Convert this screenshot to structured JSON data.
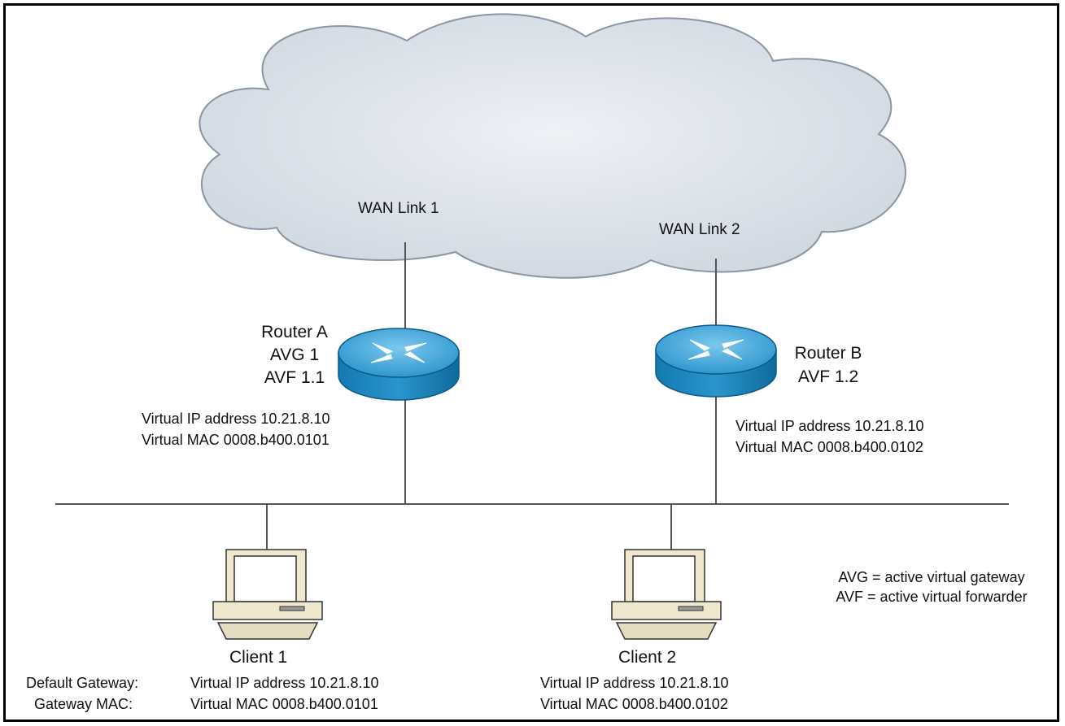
{
  "cloud": {
    "wan_link_1": "WAN Link 1",
    "wan_link_2": "WAN Link 2"
  },
  "router_a": {
    "name": "Router A",
    "role_1": "AVG 1",
    "role_2": "AVF 1.1",
    "virtual_ip": "Virtual IP address 10.21.8.10",
    "virtual_mac": "Virtual MAC 0008.b400.0101"
  },
  "router_b": {
    "name": "Router B",
    "role_1": "AVF 1.2",
    "virtual_ip": "Virtual IP address 10.21.8.10",
    "virtual_mac": "Virtual MAC 0008.b400.0102"
  },
  "client_1": {
    "name": "Client 1",
    "gateway_ip": "Virtual IP address 10.21.8.10",
    "gateway_mac": "Virtual MAC 0008.b400.0101"
  },
  "client_2": {
    "name": "Client 2",
    "gateway_ip": "Virtual IP address 10.21.8.10",
    "gateway_mac": "Virtual MAC 0008.b400.0102"
  },
  "row_labels": {
    "default_gateway": "Default Gateway:",
    "gateway_mac": "Gateway MAC:"
  },
  "legend": {
    "avg": "AVG = active virtual gateway",
    "avf": "AVF = active virtual forwarder"
  },
  "colors": {
    "cloud_fill": "#dde3ea",
    "router_top": "#3da3d6",
    "router_side": "#1a7fb4",
    "monitor_beige": "#efe8cf"
  }
}
